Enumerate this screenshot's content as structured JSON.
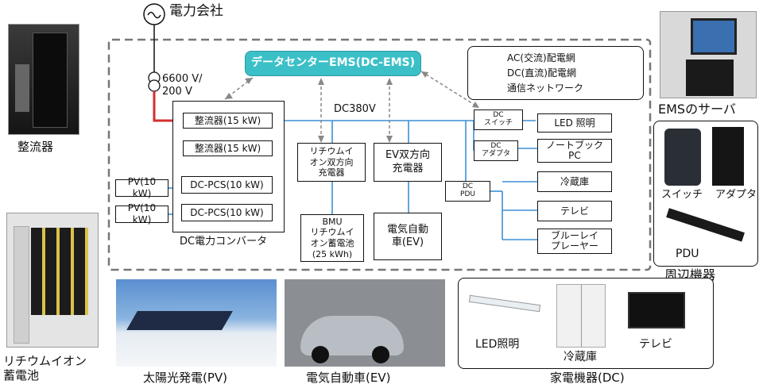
{
  "colors": {
    "ac": "#d32f2f",
    "dc": "#3d8fd4",
    "ems": "#3cc0c8",
    "network": "#888888"
  },
  "top": {
    "company": "電力会社",
    "transformer": "6600 V/\n200 V"
  },
  "ems": "データセンターEMS(DC-EMS)",
  "legend": {
    "ac": "AC(交流)配電網",
    "dc": "DC(直流)配電網",
    "net": "通信ネットワーク"
  },
  "bus_label": "DC380V",
  "converter": {
    "rect1": "整流器(15 kW)",
    "rect2": "整流器(15 kW)",
    "pcs1": "DC-PCS(10 kW)",
    "pcs2": "DC-PCS(10 kW)",
    "pv1": "PV(10 kW)",
    "pv2": "PV(10 kW)",
    "label": "DC電力コンバータ"
  },
  "charger": "リチウムイ\nオン双方向\n充電器",
  "bmu": "BMU\nリチウムイ\nオン蓄電池\n(25 kWh)",
  "ev_charger": "EV双方向\n充電器",
  "ev": "電気自動\n車(EV)",
  "dc_switch": "DC\nスイッチ",
  "dc_adapter": "DC\nアダプタ",
  "dc_pdu": "DC\nPDU",
  "loads": {
    "led": "LED 照明",
    "notebook": "ノートブック\nPC",
    "fridge": "冷蔵庫",
    "tv": "テレビ",
    "bluray": "ブルーレイ\nプレーヤー"
  },
  "photos": {
    "rectifier": "整流器",
    "battery": "リチウムイオン\n蓄電池",
    "ems_server": "EMSのサーバ",
    "switch": "スイッチ",
    "adapter": "アダプタ",
    "pdu": "PDU",
    "peripherals": "周辺機器",
    "pv": "太陽光発電(PV)",
    "ev": "電気自動車(EV)",
    "appliances": "家電機器(DC)",
    "led": "LED照明",
    "fridge": "冷蔵庫",
    "tv": "テレビ"
  }
}
